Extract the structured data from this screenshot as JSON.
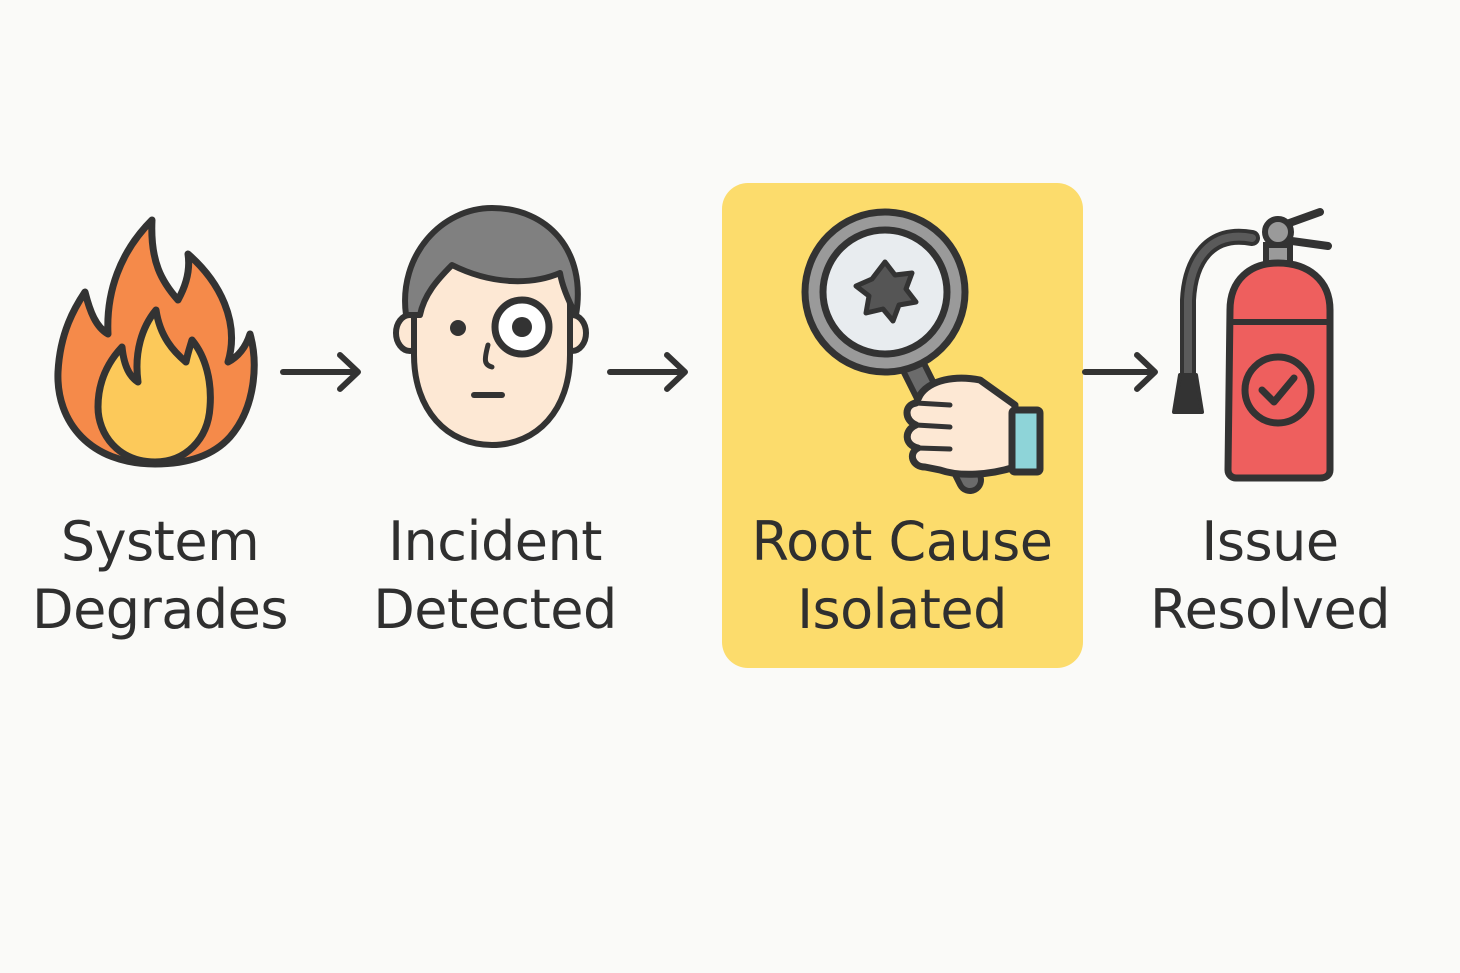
{
  "colors": {
    "background": "#fafaf8",
    "highlight": "#fcdc6c",
    "outline": "#333333",
    "flame_outer": "#f58a4a",
    "flame_inner": "#fcc95a",
    "skin": "#fde8d4",
    "hair": "#808080",
    "lens": "#e8ecef",
    "extinguisher": "#ee5f5e"
  },
  "steps": [
    {
      "line1": "System",
      "line2": "Degrades",
      "icon": "fire-icon",
      "highlighted": false
    },
    {
      "line1": "Incident",
      "line2": "Detected",
      "icon": "monocle-person-icon",
      "highlighted": false
    },
    {
      "line1": "Root Cause",
      "line2": "Isolated",
      "icon": "magnifying-glass-icon",
      "highlighted": true
    },
    {
      "line1": "Issue",
      "line2": "Resolved",
      "icon": "fire-extinguisher-icon",
      "highlighted": false
    }
  ]
}
